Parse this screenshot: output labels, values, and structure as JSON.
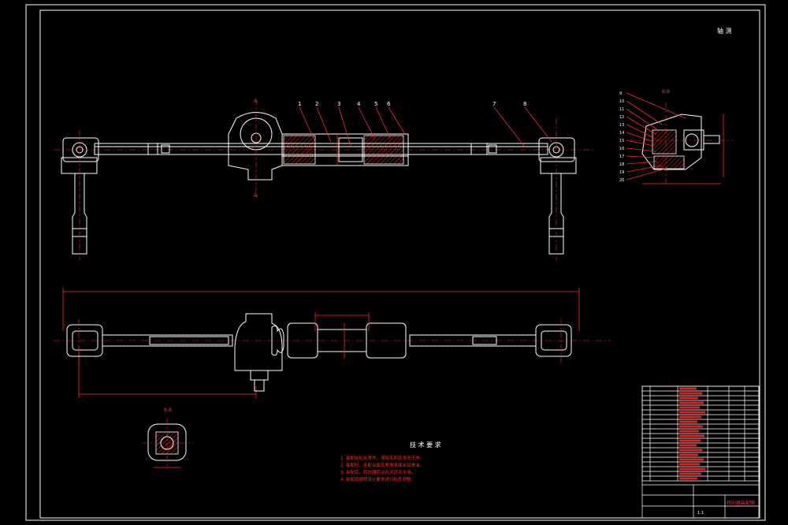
{
  "drawing": {
    "title_note": "轴 测",
    "tech_title": "技 术 要 求",
    "tech_requirements": [
      "1. 装配前检验零件，清除毛刺并清洗干净。",
      "2. 装配时，各配合面及摩擦表面涂润滑油。",
      "3. 装配后，转向器转动应灵活无卡滞。",
      "4. 装配后按照设计要求进行检查调整。"
    ],
    "section_labels": {
      "top": "B-B",
      "bottom": "B-B"
    },
    "balloons_top": [
      "1",
      "2",
      "3",
      "4",
      "5",
      "6",
      "7",
      "8"
    ],
    "balloons_side": [
      "9",
      "10",
      "11",
      "12",
      "13",
      "14",
      "15",
      "16",
      "17",
      "18",
      "19",
      "20"
    ],
    "colors": {
      "background": "#000000",
      "lines": "#ffffff",
      "annotation": "#ff2a2a"
    }
  },
  "title_block": {
    "school": "",
    "drawing_name": "转向器装配图",
    "scale": "1:1"
  }
}
